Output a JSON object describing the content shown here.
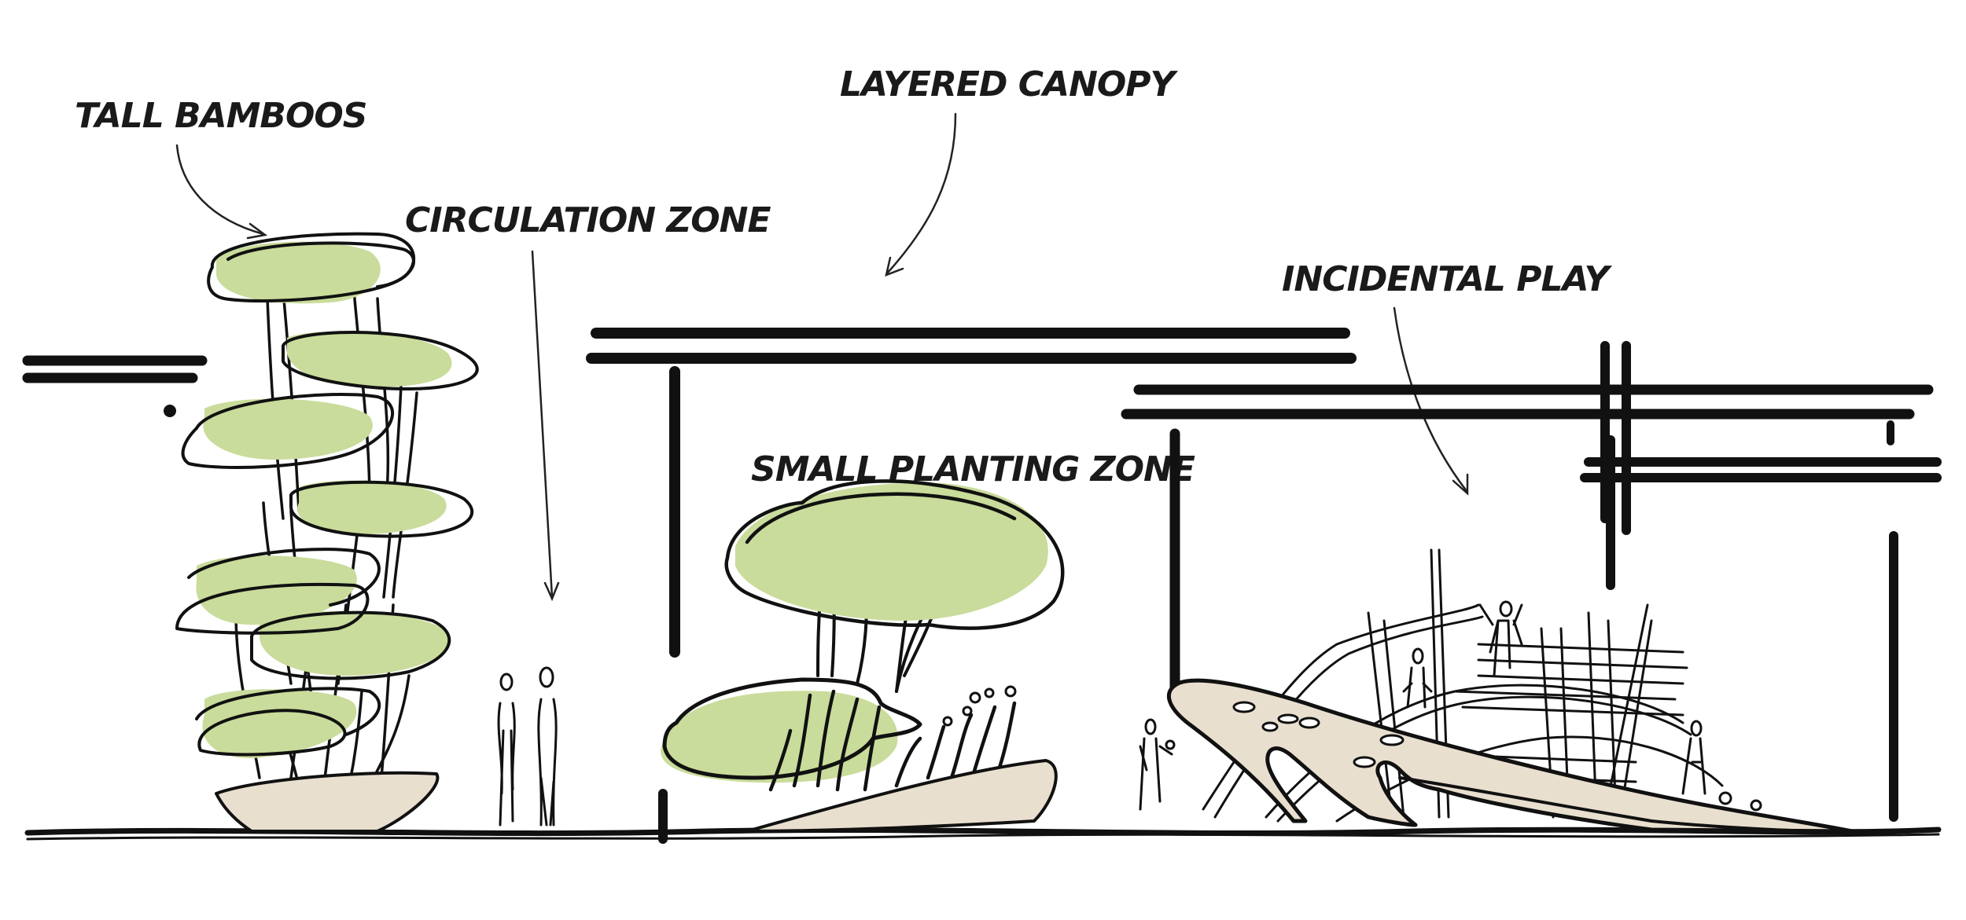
{
  "labels": {
    "tall_bamboos": "TALL BAMBOOS",
    "circulation_zone": "CIRCULATION ZONE",
    "layered_canopy": "LAYERED CANOPY",
    "small_planting_zone": "SMALL PLANTING ZONE",
    "incidental_play": "INCIDENTAL PLAY"
  },
  "colors": {
    "foliage": "#c9dc9b",
    "planter": "#e9dfcf",
    "ink": "#111111"
  }
}
